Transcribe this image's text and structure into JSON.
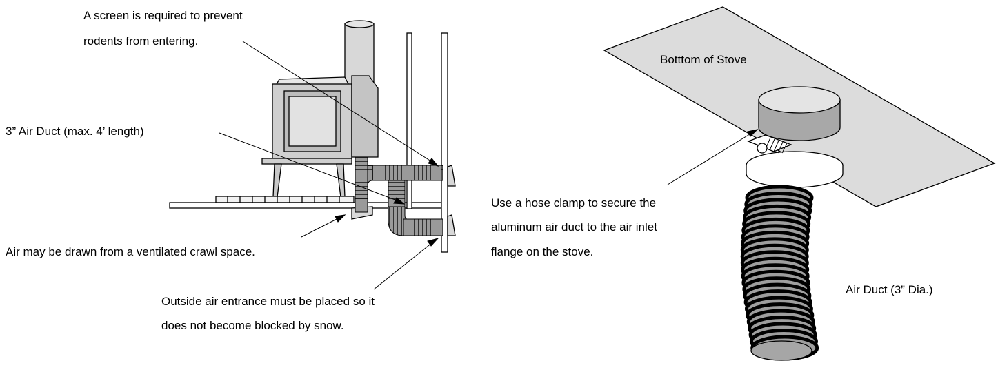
{
  "left_figure": {
    "screen_note": {
      "line1": "A screen is required to prevent",
      "line2": "rodents from entering."
    },
    "duct_label": "3” Air Duct (max. 4’ length)",
    "crawl_note": "Air may be drawn from a ventilated crawl space.",
    "entrance_note": {
      "line1": "Outside air entrance must be placed so it",
      "line2": "does not become blocked by snow."
    }
  },
  "right_figure": {
    "stove_label": "Botttom of Stove",
    "clamp_note": {
      "line1": "Use a hose clamp to secure the",
      "line2": "aluminum air duct to the air inlet",
      "line3": "flange on the stove."
    },
    "duct_label": "Air Duct (3” Dia.)"
  }
}
